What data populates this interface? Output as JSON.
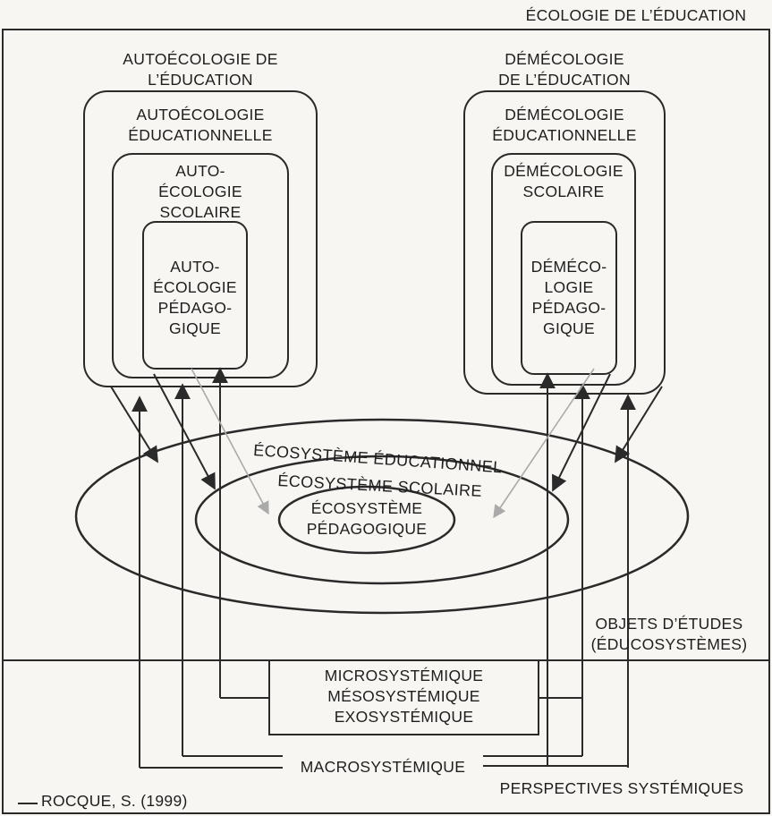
{
  "ecology_title": "ÉCOLOGIE DE L’ÉDUCATION",
  "left_column": {
    "header": "AUTOÉCOLOGIE DE\nL’ÉDUCATION",
    "outer_box": "AUTOÉCOLOGIE\nÉDUCATIONNELLE",
    "middle_box": "AUTO-\nÉCOLOGIE\nSCOLAIRE",
    "inner_box": "AUTO-\nÉCOLOGIE\nPÉDAGO-\nGIQUE"
  },
  "right_column": {
    "header": "DÉMÉCOLOGIE\nDE L’ÉDUCATION",
    "outer_box": "DÉMÉCOLOGIE\nÉDUCATIONNELLE",
    "middle_box": "DÉMÉCOLOGIE\nSCOLAIRE",
    "inner_box": "DÉMÉCO-\nLOGIE\nPÉDAGO-\nGIQUE"
  },
  "ecosystems": {
    "outer": "ÉCOSYSTÈME ÉDUCATIONNEL",
    "middle": "ÉCOSYSTÈME SCOLAIRE",
    "inner": "ÉCOSYSTÈME\nPÉDAGOGIQUE"
  },
  "objects_label": "OBJETS D’ÉTUDES\n(ÉDUCOSYSTÈMES)",
  "levels": "MICROSYSTÉMIQUE\nMÉSOSYSTÉMIQUE\nEXOSYSTÉMIQUE",
  "macro": "MACROSYSTÉMIQUE",
  "perspectives": "PERSPECTIVES SYSTÉMIQUES",
  "credit": "ROCQUE, S. (1999)",
  "colors": {
    "ink": "#2a2a2a",
    "arrow_light": "#aaaaaa",
    "paper": "#f7f6f3"
  }
}
